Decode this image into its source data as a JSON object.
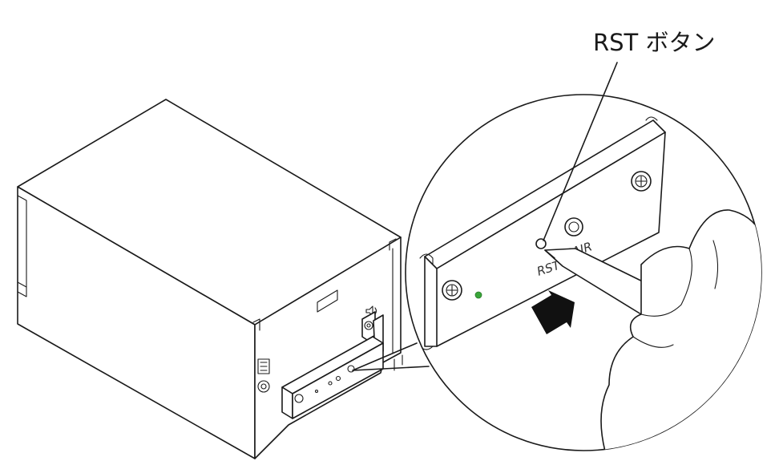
{
  "callout": {
    "label": "RST ボタン"
  },
  "panel": {
    "rst_label": "RST",
    "pair_label": "PAIR"
  },
  "colors": {
    "line": "#1a1a1a",
    "led": "#3aa63a",
    "arrow": "#111111",
    "background": "#ffffff"
  }
}
